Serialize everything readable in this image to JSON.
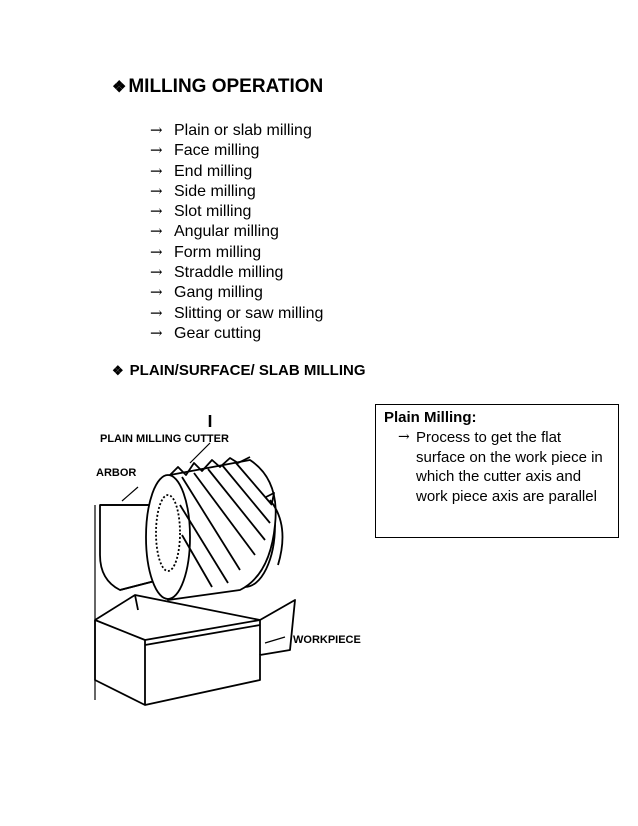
{
  "heading1": {
    "bullet": "❖",
    "text": "MILLING OPERATION"
  },
  "arrow": "→",
  "operations": [
    "Plain or slab milling",
    "Face milling",
    "End milling",
    "Side milling",
    "Slot milling",
    "Angular milling",
    "Form milling",
    "Straddle milling",
    "Gang milling",
    "Slitting or saw milling",
    "Gear cutting"
  ],
  "heading2": {
    "bullet": "❖",
    "text": "PLAIN/SURFACE/ SLAB MILLING"
  },
  "figure": {
    "labels": {
      "cutter": "PLAIN MILLING CUTTER",
      "arbor": "ARBOR",
      "workpiece": "WORKPIECE"
    }
  },
  "definition": {
    "title": "Plain Milling:",
    "text": "Process to get the flat surface on the work piece in which the cutter axis and work piece axis are parallel"
  }
}
